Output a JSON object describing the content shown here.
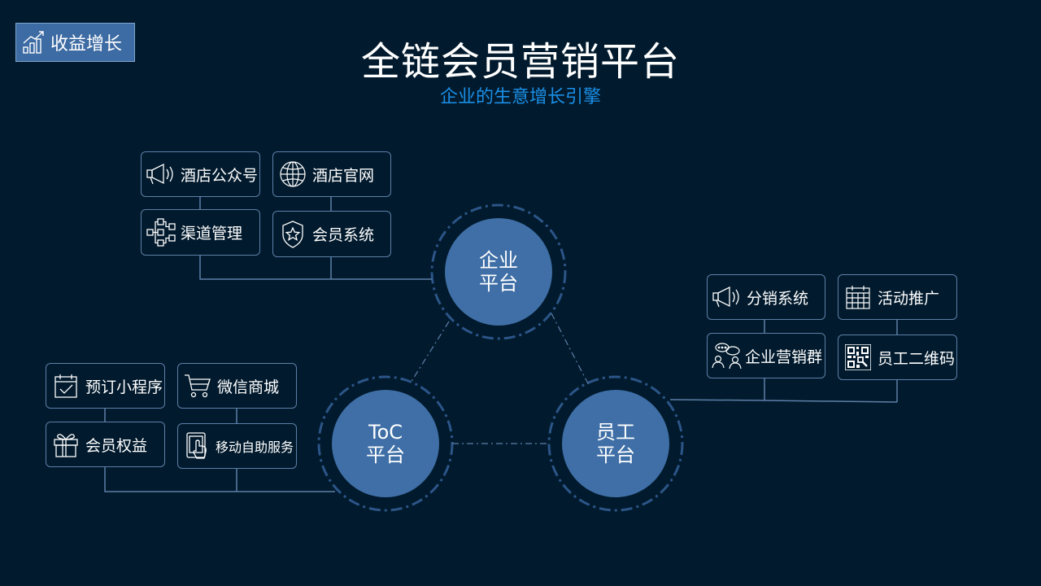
{
  "badge": {
    "label": "收益增长",
    "icon": "growth-chart-icon"
  },
  "header": {
    "title": "全链会员营销平台",
    "subtitle": "企业的生意增长引擎"
  },
  "nodes": {
    "enterprise": {
      "line1": "企业",
      "line2": "平台"
    },
    "toc": {
      "line1": "ToC",
      "line2": "平台"
    },
    "staff": {
      "line1": "员工",
      "line2": "平台"
    }
  },
  "enterprise_features": [
    {
      "label": "酒店公众号",
      "icon": "megaphone-icon"
    },
    {
      "label": "酒店官网",
      "icon": "globe-icon"
    },
    {
      "label": "渠道管理",
      "icon": "hierarchy-icon"
    },
    {
      "label": "会员系统",
      "icon": "shield-star-icon"
    }
  ],
  "toc_features": [
    {
      "label": "预订小程序",
      "icon": "calendar-check-icon"
    },
    {
      "label": "微信商城",
      "icon": "shopping-cart-icon"
    },
    {
      "label": "会员权益",
      "icon": "gift-icon"
    },
    {
      "label": "移动自助服务",
      "icon": "tablet-touch-icon"
    }
  ],
  "staff_features": [
    {
      "label": "分销系统",
      "icon": "megaphone-icon"
    },
    {
      "label": "活动推广",
      "icon": "calendar-grid-icon"
    },
    {
      "label": "企业营销群",
      "icon": "group-chat-icon"
    },
    {
      "label": "员工二维码",
      "icon": "qr-code-icon"
    }
  ],
  "colors": {
    "background": "#011a2d",
    "node_fill": "#3f6fa6",
    "connector": "#5d7fa8",
    "subtitle": "#1b8fe6",
    "badge_fill": "#3d6ba3"
  }
}
